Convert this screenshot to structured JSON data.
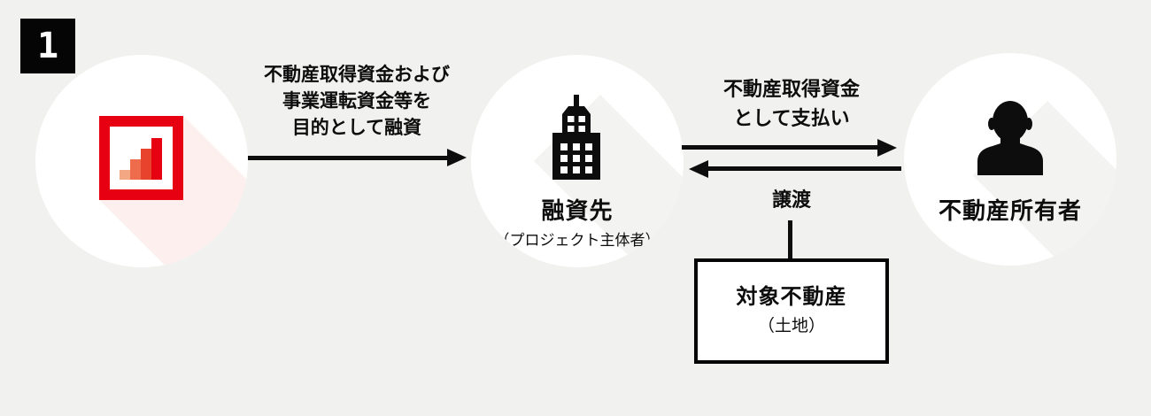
{
  "badge": {
    "number": "1"
  },
  "diagram": {
    "lender": {
      "icon": "bar-chart-logo"
    },
    "loan_flow": {
      "line1": "不動産取得資金および",
      "line2": "事業運転資金等を",
      "line3": "目的として融資",
      "direction": "right"
    },
    "borrower": {
      "icon": "building",
      "label": "融資先",
      "sublabel": "（プロジェクト主体者）"
    },
    "payment_flow": {
      "line1": "不動産取得資金",
      "line2": "として支払い",
      "direction": "right"
    },
    "transfer_flow": {
      "label": "譲渡",
      "direction": "left"
    },
    "owner": {
      "icon": "person",
      "label": "不動産所有者"
    },
    "property_box": {
      "title": "対象不動産",
      "subtitle": "（土地）"
    }
  },
  "colors": {
    "background": "#f1f1ef",
    "ink": "#0d0d0d",
    "brand_red": "#e60012",
    "logo_bar_colors": [
      "#f4a783",
      "#ee6c4b",
      "#e8432c",
      "#e60012"
    ],
    "circle_fill": "#ffffff",
    "shadow_pink": "#fcefee",
    "shadow_gray": "#f3f3f1"
  }
}
